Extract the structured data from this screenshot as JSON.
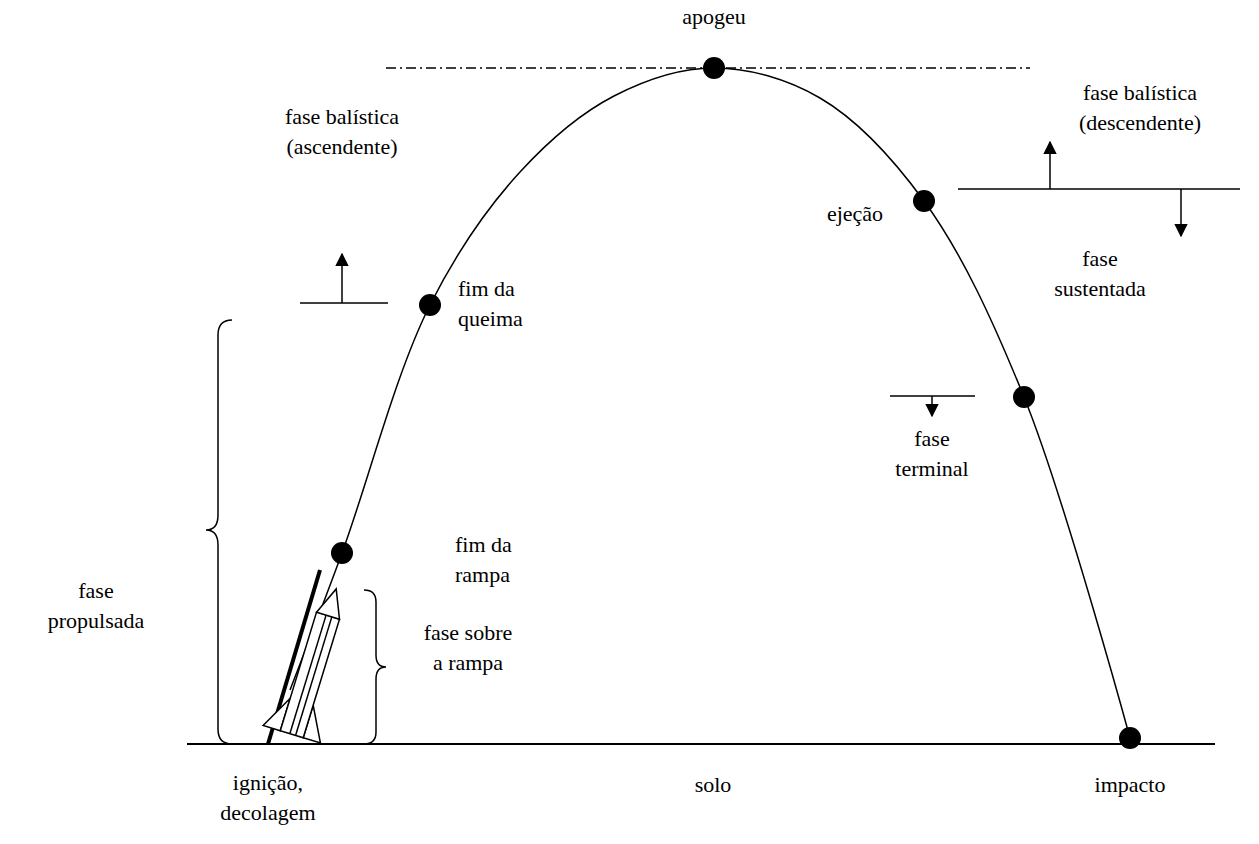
{
  "diagram": {
    "labels": [
      "apogeu",
      "fase balística (ascendente)",
      "fase balística (descendente)",
      "ejeção",
      "fase sustentada",
      "fim da queima",
      "fase terminal",
      "fase propulsada",
      "fim da rampa",
      "fase sobre a rampa",
      "ignição, decolagem",
      "solo",
      "impacto"
    ]
  }
}
